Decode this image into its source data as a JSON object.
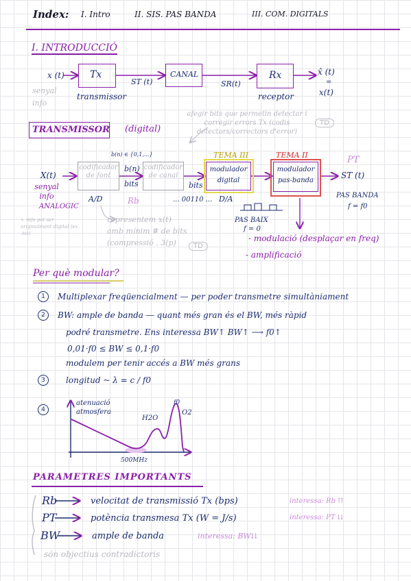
{
  "index": {
    "label": "Index:",
    "items": [
      "I. Intro",
      "II. SIS. PAS BANDA",
      "III. COM. DIGITALS"
    ]
  },
  "intro": {
    "title": "I. INTRODUCCIÓ",
    "x_in": "x (t)",
    "senyal_note": "senyal info",
    "tx": "Tx",
    "tx_caption": "transmissor",
    "st": "ST (t)",
    "canal": "CANAL",
    "sr": "SR(t)",
    "rx": "Rx",
    "rx_caption": "receptor",
    "x_hat": "x̂ (t)",
    "approx": "=",
    "x_out": "x(t)"
  },
  "transmissor": {
    "title": "TRANSMISSOR",
    "subtitle": "(digital)",
    "note_top": "afegir bits que permetin detectar i corregir errors Tx (codis detectors/correctors d'error)",
    "td": "TD",
    "alphabet": "b(n) ∈ {0,1,...}",
    "x_in": "X(t)",
    "senyal_info": "senyal info",
    "analogic": "ANALOGIC",
    "info_note": "↳ info pot ser originalment digital (ex. .txt)",
    "cod_font": "codificador de font",
    "bn": "b(n)",
    "bits1": "bits",
    "cod_canal": "codificador de canal",
    "bits2": "bits",
    "ad": "A/D",
    "rb": "Rb",
    "bitstream": "... 00110 ...",
    "da": "D/A",
    "tema3": "TEMA III",
    "tema2": "TEMA II",
    "mod_digital": "modulador digital",
    "mod_pas_banda": "modulador pas-banda",
    "pt": "PT",
    "st_out": "ST (t)",
    "pas_banda": "PAS BANDA",
    "f_fo": "f = f0",
    "pas_baix": "PAS BAIX",
    "f_zero": "f = 0",
    "representem": "representem x(t) amb mínim # de bits (compressió . 3(p)",
    "td2": "TD",
    "modulacio": "- modulació (desplaçar en freq)",
    "amplificacio": "- amplificació"
  },
  "modular": {
    "title": "Per què modular?",
    "item1": "Multiplexar freqüencialment — per poder transmetre simultàniament",
    "item2a": "BW: ample de banda — quant més gran és el BW, més ràpid",
    "item2b": "podré transmetre. Ens interessa BW↑ BW↑ ⟶ f0↑",
    "item2c": "0,01·f0 ≤ BW ≤ 0,1·f0",
    "item2d": "modulem per tenir accés a BW més grans",
    "item3": "longitud  ~  λ = c / f0",
    "n1": "1",
    "n2": "2",
    "n3": "3",
    "n4": "4",
    "atenuacio": "atenuació atmosfera",
    "h2o": "H2O",
    "o2": "O2",
    "freq_label": "500MHz",
    "f0_mark": "f0"
  },
  "parametres": {
    "title": "PARAMETRES   IMPORTANTS",
    "rows": [
      {
        "sym": "Rb",
        "desc": "velocitat de transmissió Tx (bps)",
        "note": "interessa: Rb ⇈"
      },
      {
        "sym": "PT",
        "desc": "potència transmesa Tx   (W = J/s)",
        "note": "interessa: PT ⇊"
      },
      {
        "sym": "BW",
        "desc": "ample de banda",
        "note": "interessa: BW⇊"
      }
    ],
    "footer": "són objectius contradictoris"
  }
}
